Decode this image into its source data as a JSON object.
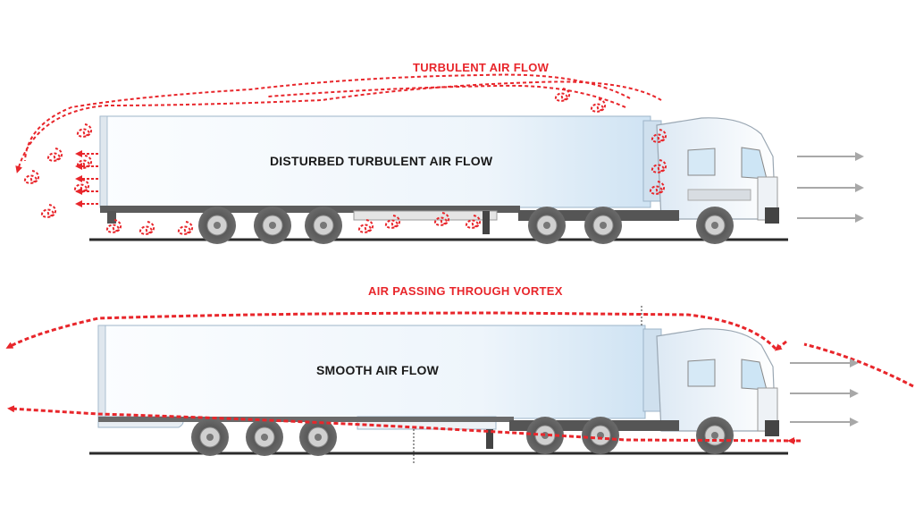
{
  "diagram": {
    "top_scene": {
      "flow_label": "TURBULENT AIR FLOW",
      "body_label": "DISTURBED TURBULENT AIR FLOW"
    },
    "bottom_scene": {
      "flow_label": "AIR PASSING THROUGH VORTEX",
      "body_label": "SMOOTH AIR FLOW"
    },
    "colors": {
      "airflow": "#e8262b",
      "incoming_air": "#a8a8a8",
      "trailer_light": "#f4f8fc",
      "trailer_blue": "#cfe3f3",
      "tires": "#6b6b6b",
      "ground": "#2b2b2b"
    }
  }
}
